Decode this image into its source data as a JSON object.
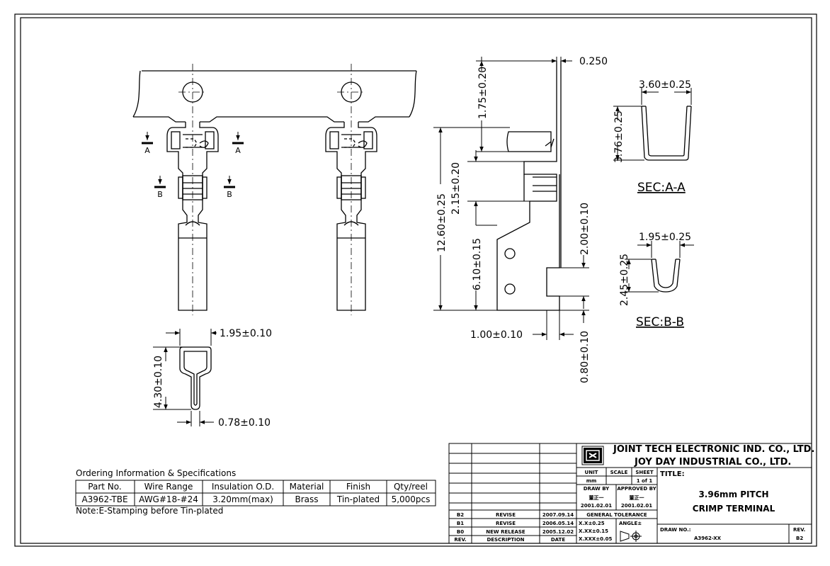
{
  "company": {
    "name1": "JOINT TECH ELECTRONIC IND. CO., LTD.",
    "name2": "JOY DAY INDUSTRIAL CO., LTD."
  },
  "title_block": {
    "unit_label": "UNIT",
    "unit_value": "mm",
    "scale_label": "SCALE",
    "scale_value": "",
    "sheet_label": "SHEET",
    "sheet_value": "1 of 1",
    "title_label": "TITLE:",
    "title_line1": "3.96mm PITCH",
    "title_line2": "CRIMP TERMINAL",
    "drawn_by_label": "DRAW BY",
    "drawn_by_name": "董正一",
    "drawn_by_date": "2001.02.01",
    "approved_by_label": "APPROVED BY",
    "approved_by_name": "董正一",
    "approved_by_date": "2001.02.01",
    "general_tolerance": "GENERAL TOLERANCE",
    "tol1": "X.X±0.25",
    "tol2": "X.XX±0.15",
    "tol3": "X.XXX±0.05",
    "angle": "ANGLE±",
    "draw_no_label": "DRAW NO.:",
    "draw_no": "A3962-XX",
    "rev_label": "REV.",
    "rev_value": "B2"
  },
  "revisions": [
    {
      "rev": "B2",
      "desc": "REVISE",
      "date": "2007.09.14"
    },
    {
      "rev": "B1",
      "desc": "REVISE",
      "date": "2006.05.14"
    },
    {
      "rev": "B0",
      "desc": "NEW RELEASE",
      "date": "2005.12.02"
    }
  ],
  "revision_header": {
    "rev": "REV.",
    "desc": "DESCRIPTION",
    "date": "DATE"
  },
  "ordering": {
    "heading": "Ordering Information & Specifications",
    "headers": [
      "Part No.",
      "Wire Range",
      "Insulation O.D.",
      "Material",
      "Finish",
      "Qty/reel"
    ],
    "row": [
      "A3962-TBE",
      "AWG#18-#24",
      "3.20mm(max)",
      "Brass",
      "Tin-plated",
      "5,000pcs"
    ],
    "note": "Note:E-Stamping before Tin-plated"
  },
  "dimensions": {
    "thickness": "0.250",
    "d175": "1.75±0.20",
    "d1260": "12.60±0.25",
    "d215": "2.15±0.20",
    "d610": "6.10±0.15",
    "d200": "2.00±0.10",
    "d100": "1.00±0.10",
    "d080": "0.80±0.10",
    "d360": "3.60±0.25",
    "d376": "3.76±0.25",
    "d195b": "1.95±0.25",
    "d245": "2.45±0.25",
    "d195": "1.95±0.10",
    "d430": "4.30±0.10",
    "d078": "0.78±0.10"
  },
  "sections": {
    "aa": "SEC:A-A",
    "bb": "SEC:B-B"
  },
  "markers": {
    "a": "A",
    "b": "B"
  }
}
